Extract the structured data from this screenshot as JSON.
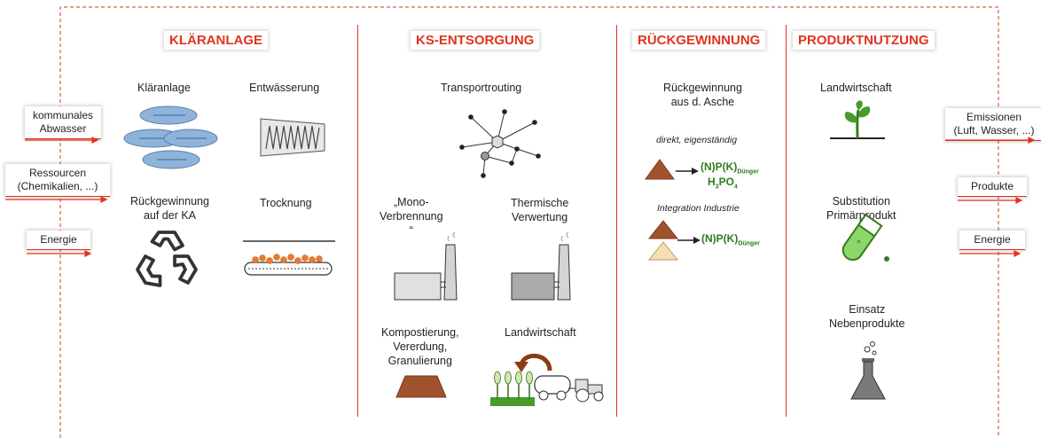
{
  "headers": {
    "klaeranlage": "KLÄRANLAGE",
    "ks_entsorgung": "KS-ENTSORGUNG",
    "rueckgewinnung": "RÜCKGEWINNUNG",
    "produktnutzung": "PRODUKTNUTZUNG"
  },
  "inputs": [
    "kommunales\nAbwasser",
    "Ressourcen\n(Chemikalien, ...)",
    "Energie"
  ],
  "outputs": [
    "Emissionen\n(Luft, Wasser, ...)",
    "Produkte",
    "Energie"
  ],
  "klaeranlage": {
    "klaeranlage": "Kläranlage",
    "entwaesserung": "Entwässerung",
    "rueckgewinnung_ka": "Rückgewinnung\nauf der KA",
    "trocknung": "Trocknung"
  },
  "ks": {
    "transportrouting": "Transportrouting",
    "mono": "„Mono-\nVerbrennung\n“",
    "thermische": "Thermische\nVerwertung",
    "kompost": "Kompostierung,\nVererdung,\nGranulierung",
    "landwirtschaft": "Landwirtschaft"
  },
  "rueck": {
    "asche": "Rückgewinnung\naus d. Asche",
    "direkt": "direkt, eigenständig",
    "integration": "Integration Industrie",
    "npk": "(N)P(K)",
    "duenger": "Dünger",
    "h3po4_h": "H",
    "h3po4_3": "3",
    "h3po4_po": "PO",
    "h3po4_4": "4"
  },
  "produkt": {
    "landwirtschaft": "Landwirtschaft",
    "substitution": "Substitution\nPrimärprodukt",
    "einsatz": "Einsatz\nNebenprodukte"
  },
  "colors": {
    "accent": "#e0341e",
    "basin": "#8fb4dc",
    "pellet": "#ec7a2b",
    "pile": "#a0522d",
    "sand": "#f5deb3",
    "green": "#2e7d1e",
    "gray": "#d4d4d4"
  }
}
